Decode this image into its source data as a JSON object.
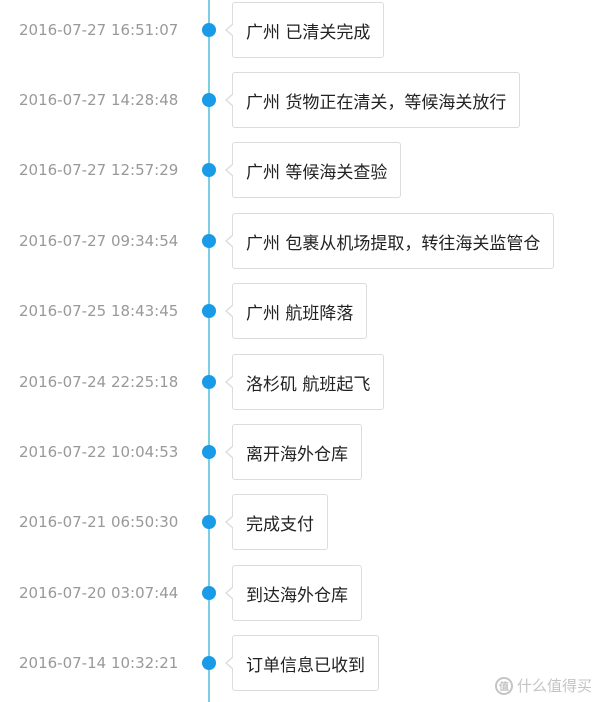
{
  "timeline": {
    "entries": [
      {
        "time": "2016-07-27 16:51:07",
        "status": "广州 已清关完成"
      },
      {
        "time": "2016-07-27 14:28:48",
        "status": "广州 货物正在清关，等候海关放行"
      },
      {
        "time": "2016-07-27 12:57:29",
        "status": "广州 等候海关查验"
      },
      {
        "time": "2016-07-27 09:34:54",
        "status": "广州 包裹从机场提取，转往海关监管仓"
      },
      {
        "time": "2016-07-25 18:43:45",
        "status": "广州 航班降落"
      },
      {
        "time": "2016-07-24 22:25:18",
        "status": "洛杉矶 航班起飞"
      },
      {
        "time": "2016-07-22 10:04:53",
        "status": "离开海外仓库"
      },
      {
        "time": "2016-07-21 06:50:30",
        "status": "完成支付"
      },
      {
        "time": "2016-07-20 03:07:44",
        "status": "到达海外仓库"
      },
      {
        "time": "2016-07-14 10:32:21",
        "status": "订单信息已收到"
      }
    ]
  },
  "watermark": {
    "icon": "zhi-icon",
    "text": "什么值得买"
  },
  "colors": {
    "line": "#7ccde6",
    "dot": "#1a9be8",
    "timestamp": "#999999",
    "bubble_border": "#dcdcdc"
  }
}
